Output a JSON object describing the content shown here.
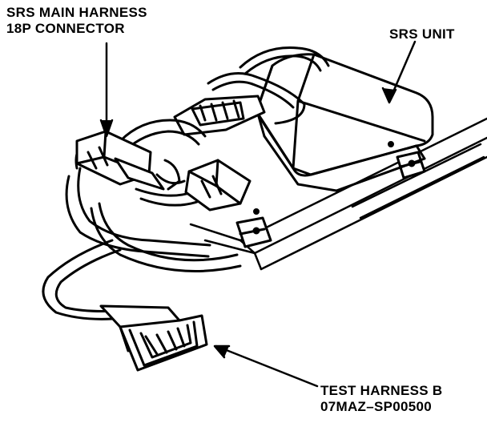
{
  "labels": {
    "srs_main_harness_line1": "SRS MAIN HARNESS",
    "srs_main_harness_line2": "18P CONNECTOR",
    "srs_unit": "SRS UNIT",
    "test_harness_line1": "TEST HARNESS B",
    "test_harness_line2": "07MAZ–SP00500"
  }
}
